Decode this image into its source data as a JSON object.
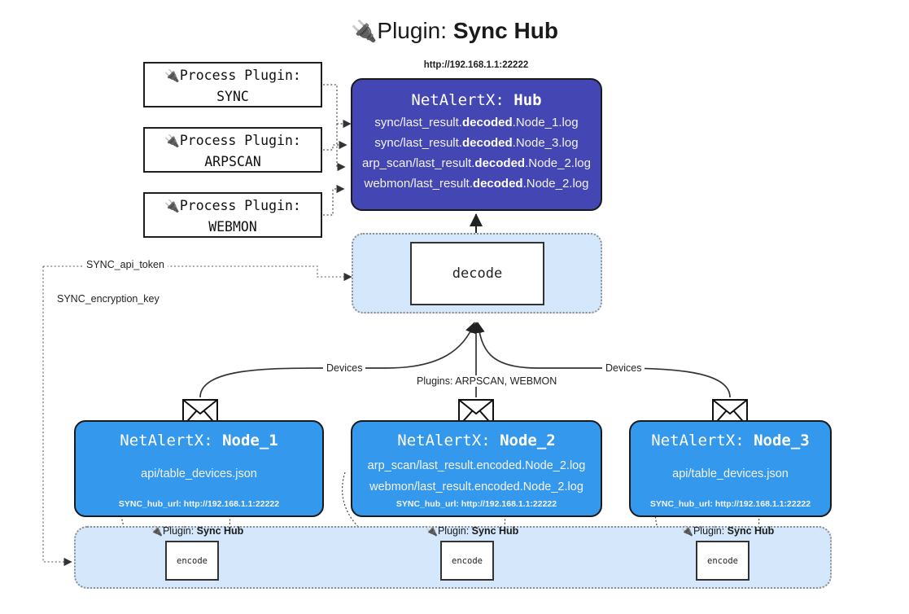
{
  "title": {
    "icon": "plug-icon",
    "prefix": "Plugin: ",
    "name": "Sync Hub"
  },
  "process_plugins": [
    {
      "line1": "Process Plugin:",
      "line2": "SYNC",
      "icon": "plug-icon"
    },
    {
      "line1": "Process Plugin:",
      "line2": "ARPSCAN",
      "icon": "plug-icon"
    },
    {
      "line1": "Process Plugin:",
      "line2": "WEBMON",
      "icon": "plug-icon"
    }
  ],
  "hub": {
    "url": "http://192.168.1.1:22222",
    "title_prefix": "NetAlertX: ",
    "title_name": "Hub",
    "lines": [
      {
        "pre": "sync/last_result.",
        "bold": "decoded",
        "post": ".Node_1.log"
      },
      {
        "pre": "sync/last_result.",
        "bold": "decoded",
        "post": ".Node_3.log"
      },
      {
        "pre": "arp_scan/last_result.",
        "bold": "decoded",
        "post": ".Node_2.log"
      },
      {
        "pre": "webmon/last_result.",
        "bold": "decoded",
        "post": ".Node_2.log"
      }
    ]
  },
  "decode": {
    "label": "decode"
  },
  "edge_labels": {
    "api_token": "SYNC_api_token",
    "encryption_key": "SYNC_encryption_key",
    "devices_left": "Devices",
    "devices_right": "Devices",
    "plugins_mid": "Plugins: ARPSCAN, WEBMON"
  },
  "nodes": [
    {
      "title_prefix": "NetAlertX: ",
      "title_name": "Node_1",
      "lines": [
        "api/table_devices.json"
      ],
      "footer": "SYNC_hub_url: http://192.168.1.1:22222"
    },
    {
      "title_prefix": "NetAlertX: ",
      "title_name": "Node_2",
      "lines": [
        "arp_scan/last_result.encoded.Node_2.log",
        "webmon/last_result.encoded.Node_2.log"
      ],
      "footer": "SYNC_hub_url: http://192.168.1.1:22222"
    },
    {
      "title_prefix": "NetAlertX: ",
      "title_name": "Node_3",
      "lines": [
        "api/table_devices.json"
      ],
      "footer": "SYNC_hub_url: http://192.168.1.1:22222"
    }
  ],
  "encode_groups": [
    {
      "label_prefix": "Plugin: ",
      "label_name": "Sync Hub",
      "box": "encode",
      "icon": "plug-icon"
    },
    {
      "label_prefix": "Plugin: ",
      "label_name": "Sync Hub",
      "box": "encode",
      "icon": "plug-icon"
    },
    {
      "label_prefix": "Plugin: ",
      "label_name": "Sync Hub",
      "box": "encode",
      "icon": "plug-icon"
    }
  ],
  "colors": {
    "hub_fill": "#4447b3",
    "node_fill": "#3498ec",
    "container_fill": "#d4e7fb",
    "stroke": "#1a1a1a",
    "dotted_stroke": "#8e8e8e",
    "page_bg": "#ffffff"
  }
}
